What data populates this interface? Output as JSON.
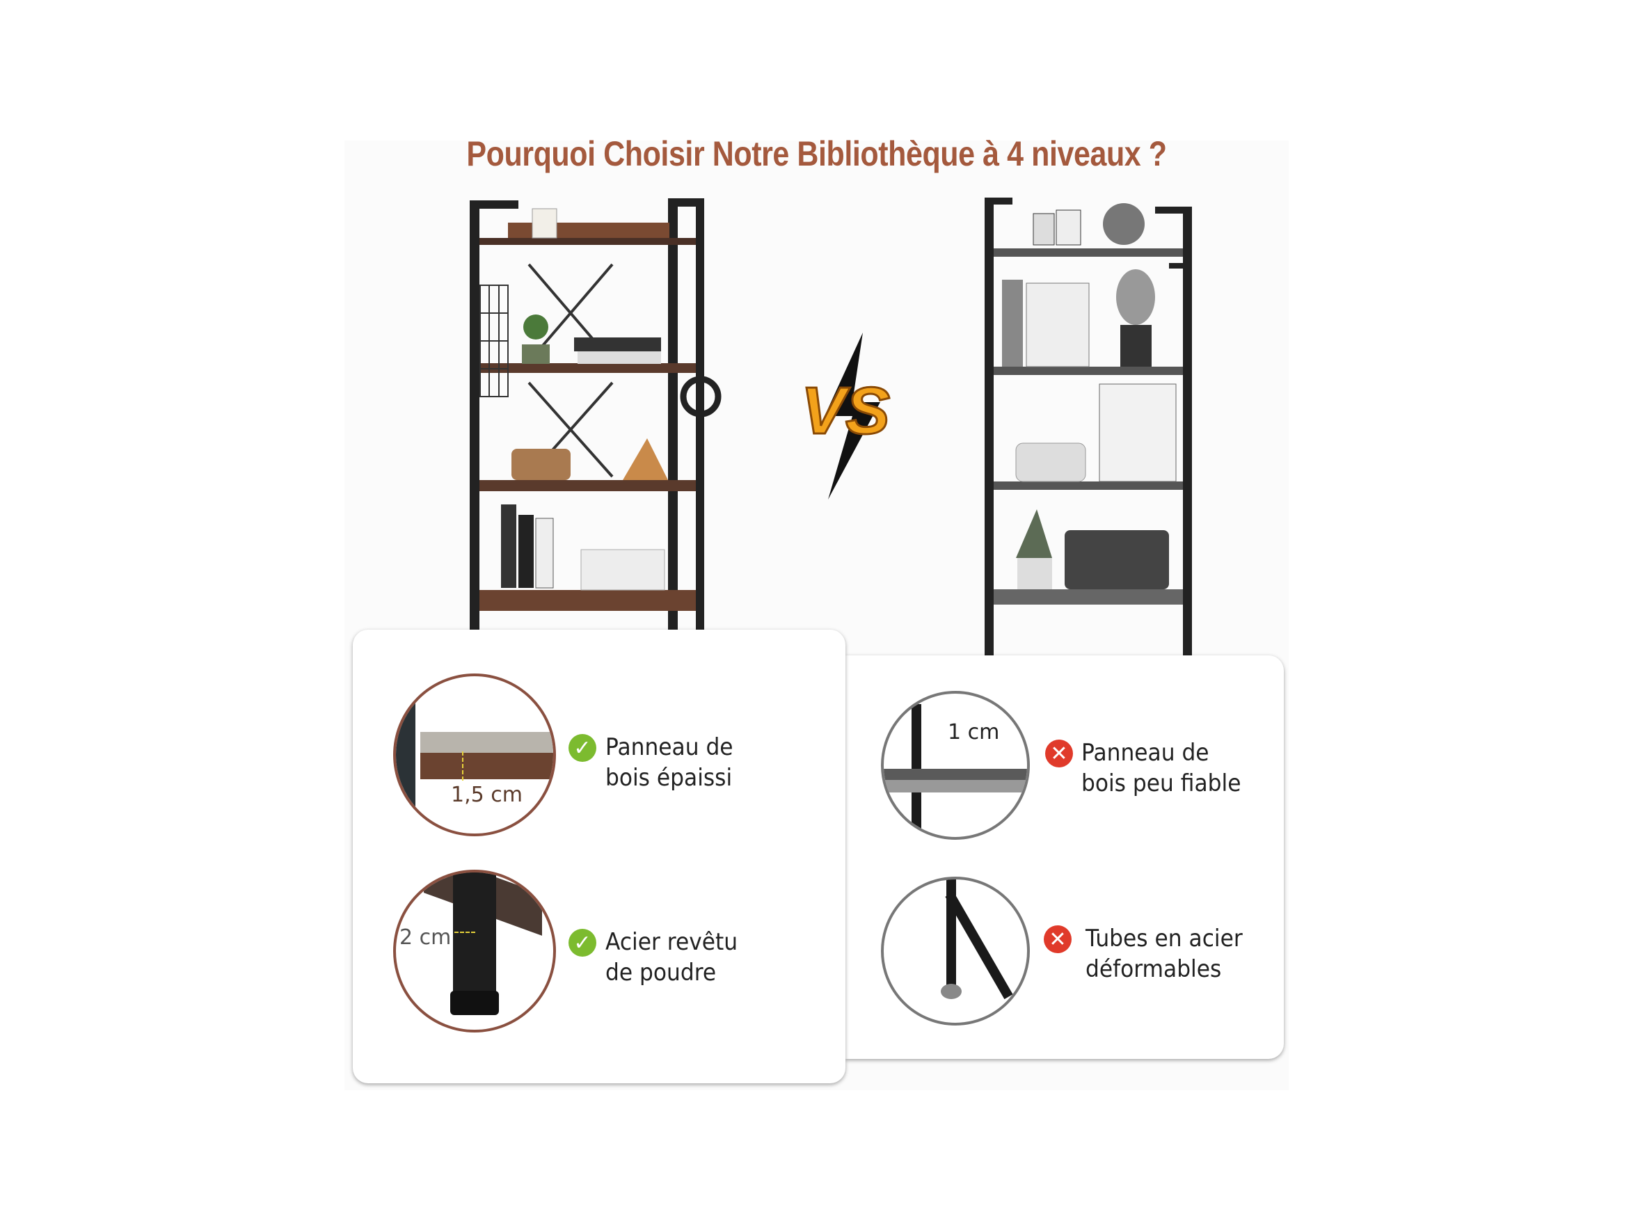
{
  "title": "Pourquoi Choisir Notre Bibliothèque à 4 niveaux ?",
  "vs_label": "VS",
  "ours": {
    "features": [
      {
        "icon": "check-icon",
        "line1": "Panneau de",
        "line2": "bois épaissi",
        "measure": "1,5 cm"
      },
      {
        "icon": "check-icon",
        "line1": "Acier revêtu",
        "line2": "de poudre",
        "measure": "2 cm"
      }
    ]
  },
  "theirs": {
    "features": [
      {
        "icon": "cross-icon",
        "line1": "Panneau de",
        "line2": "bois peu fiable",
        "measure": "1 cm"
      },
      {
        "icon": "cross-icon",
        "line1": "Tubes en acier",
        "line2": "déformables"
      }
    ]
  },
  "colors": {
    "title": "#a4593d",
    "wood": "#6b4330",
    "check": "#7cbb2f",
    "cross": "#e03a2a",
    "vs": "#f3a21b"
  }
}
